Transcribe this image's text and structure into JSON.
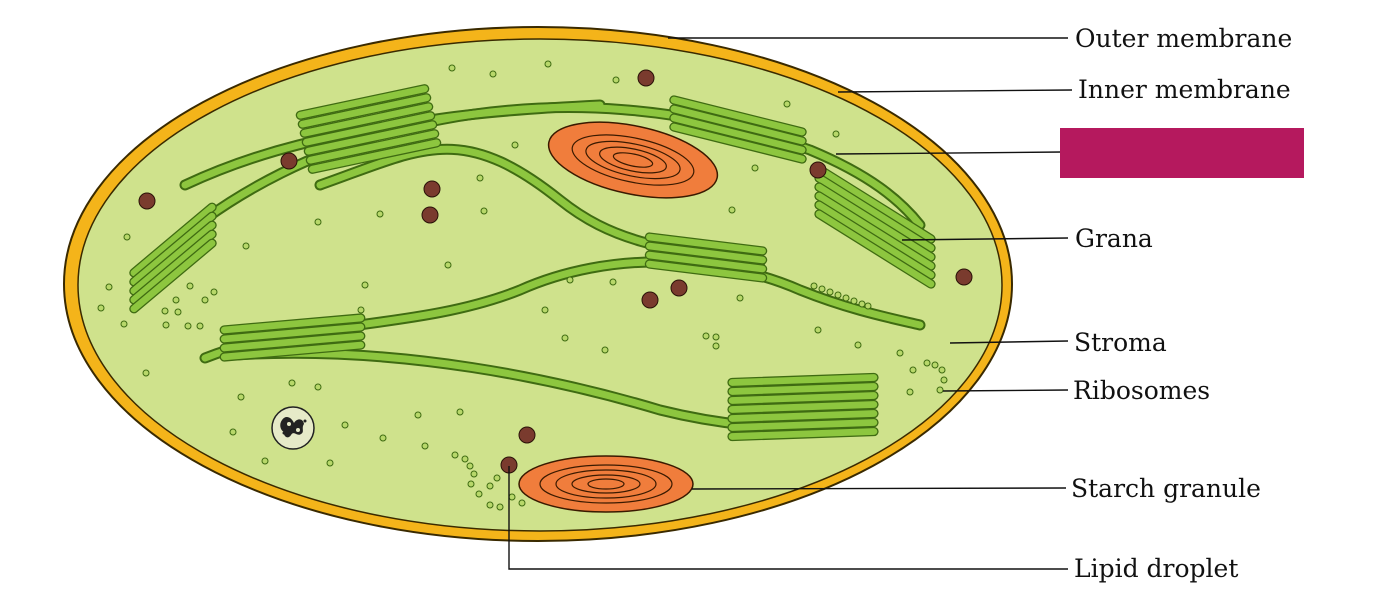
{
  "labels": {
    "outer_membrane": "Outer membrane",
    "inner_membrane": "Inner membrane",
    "grana": "Grana",
    "stroma": "Stroma",
    "ribosomes": "Ribosomes",
    "starch_granule": "Starch granule",
    "lipid_droplet": "Lipid droplet"
  },
  "colors": {
    "outer_membrane": "#f4b41a",
    "stroma": "#cfe28c",
    "thylakoid": "#8dc63f",
    "thylakoid_edge": "#3f6b12",
    "starch": "#f07d3c",
    "lipid": "#7a3b2e",
    "ribosome": "#b8d86a",
    "hidden_label_box": "#b5195e"
  }
}
